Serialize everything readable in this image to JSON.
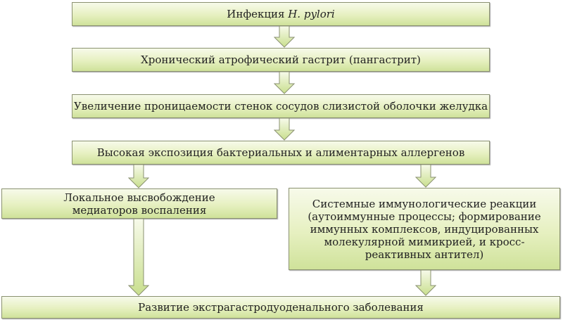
{
  "nodes": {
    "infection": {
      "text": "Инфекция ",
      "italic": "H. pylori"
    },
    "gastritis": "Хронический атрофический гастрит (пангастрит)",
    "permeability": "Увеличение проницаемости стенок сосудов слизистой оболочки желудка",
    "exposure": "Высокая экспозиция бактериальных и алиментарных аллергенов",
    "local": "Локальное высвобождение медиаторов воспаления",
    "systemic": "Системные иммунологические реакции (аутоиммунные процессы; формирование иммунных комплексов, индуцированных молекулярной мимикрией, и кросс-реактивных антител)",
    "outcome": "Развитие экстрагастродуоденального заболевания"
  },
  "colors": {
    "box_top": "#f7faea",
    "box_bottom": "#cfe29a",
    "border": "#8a9170"
  }
}
